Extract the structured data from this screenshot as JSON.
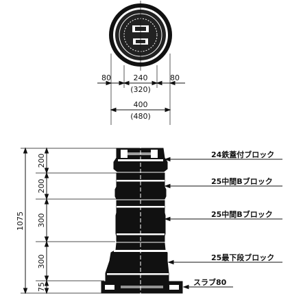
{
  "plan": {
    "dim_left": "80",
    "dim_inner": "240",
    "dim_inner_alt": "(320)",
    "dim_right": "80",
    "dim_outer": "400",
    "dim_outer_alt": "(480)"
  },
  "elevation": {
    "total_height": "1075",
    "segments": [
      "200",
      "200",
      "300",
      "300",
      "75"
    ]
  },
  "parts": [
    "24鉄蓋付ブロック",
    "25中間Bブロック",
    "25中間Bブロック",
    "25最下段ブロック",
    "スラブ80"
  ]
}
